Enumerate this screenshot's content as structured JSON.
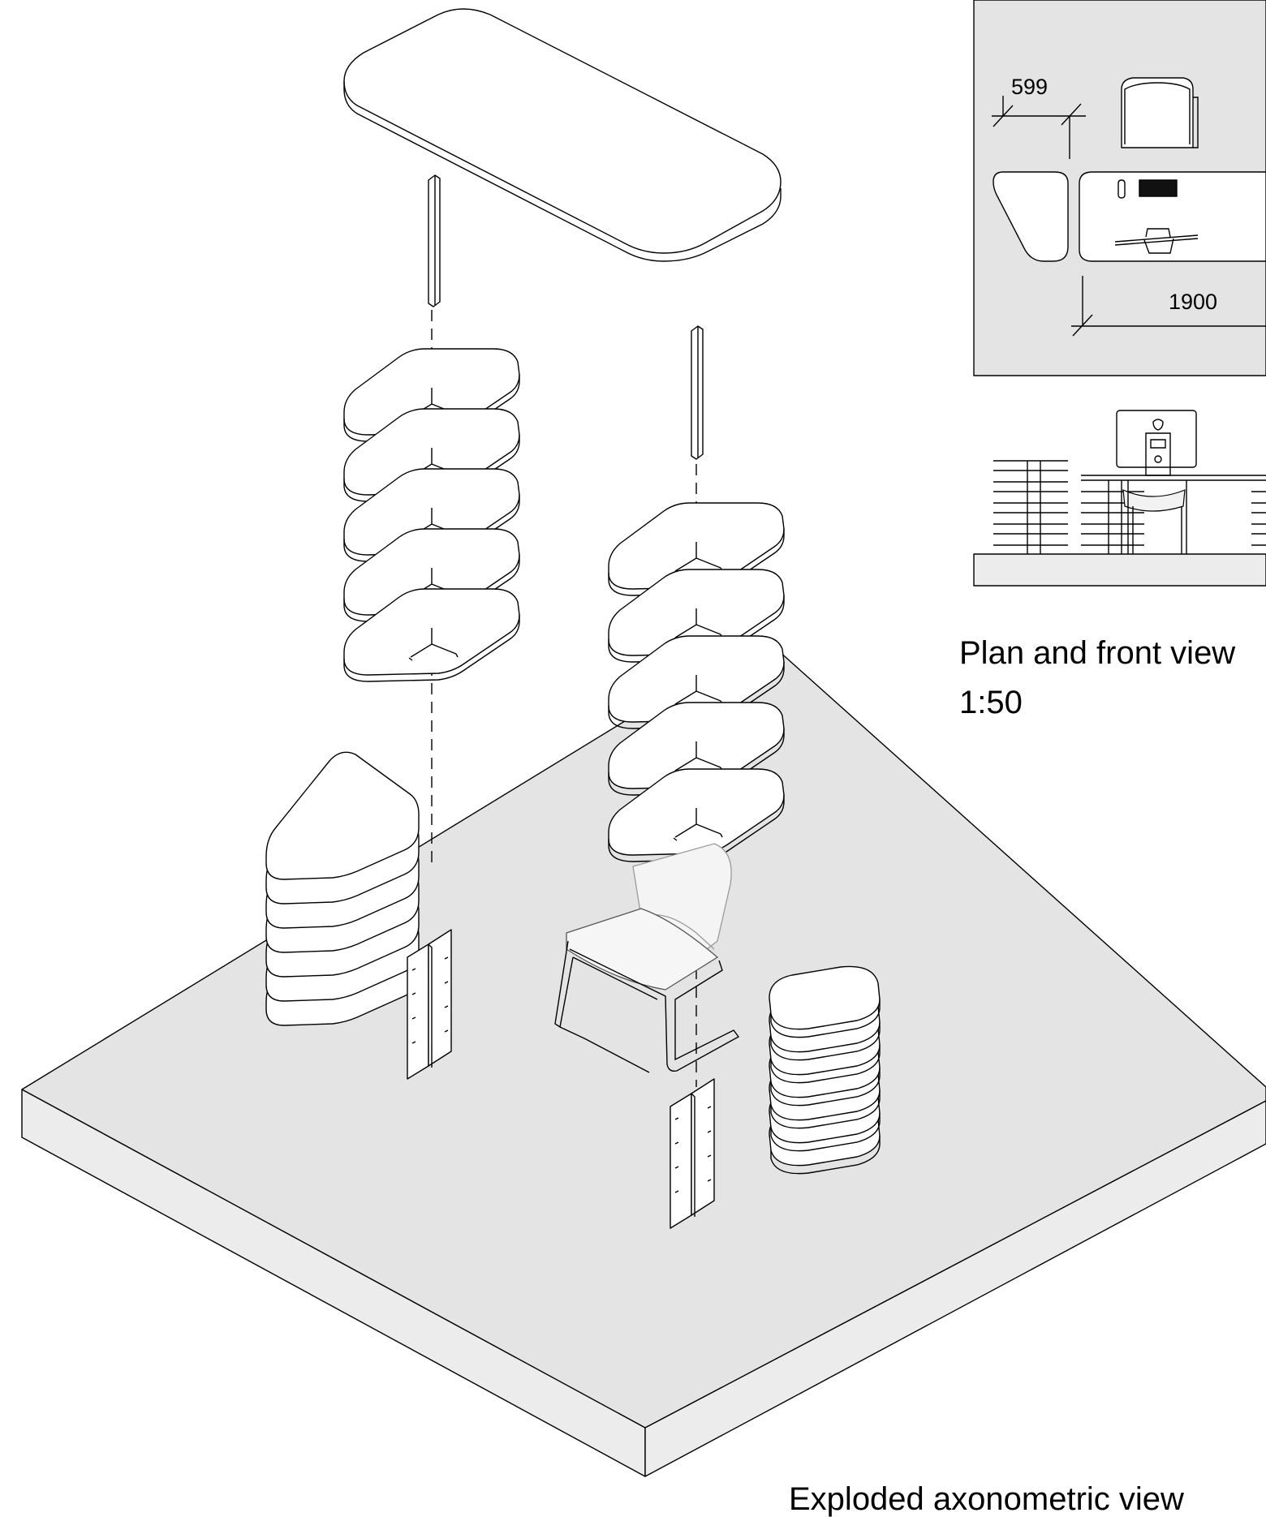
{
  "plan_view": {
    "dim_width": "599",
    "dim_length": "1900"
  },
  "captions": {
    "plan_title": "Plan and front view",
    "plan_scale": "1:50",
    "axo_title": "Exploded axonometric view"
  },
  "colors": {
    "background": "#ffffff",
    "platform": "#e4e4e4",
    "ink": "#000000"
  }
}
